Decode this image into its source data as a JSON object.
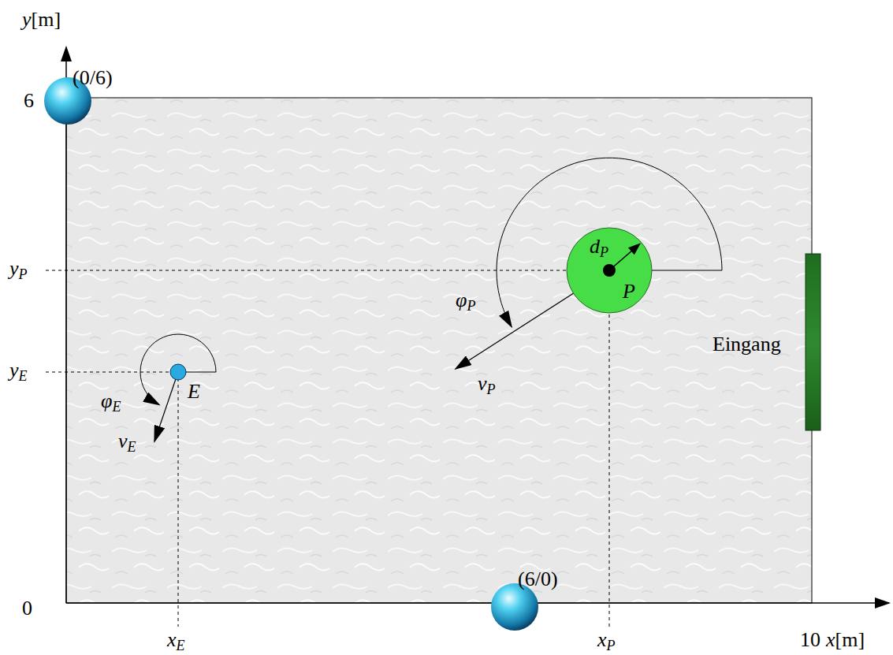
{
  "diagram": {
    "nodes": [
      {
        "text": [
          "(0/6)"
        ]
      },
      {
        "text": [
          "dP",
          "P"
        ]
      },
      {
        "text": [
          "Eingang"
        ]
      },
      {
        "text": [
          "E"
        ]
      },
      {
        "text": [
          "(6/0)"
        ]
      }
    ],
    "labels": [
      "y[m]",
      "6",
      "0",
      "10",
      "x[m]",
      "xE",
      "xP",
      "yP",
      "yE",
      "φP",
      "vP",
      "φE",
      "vE"
    ]
  }
}
